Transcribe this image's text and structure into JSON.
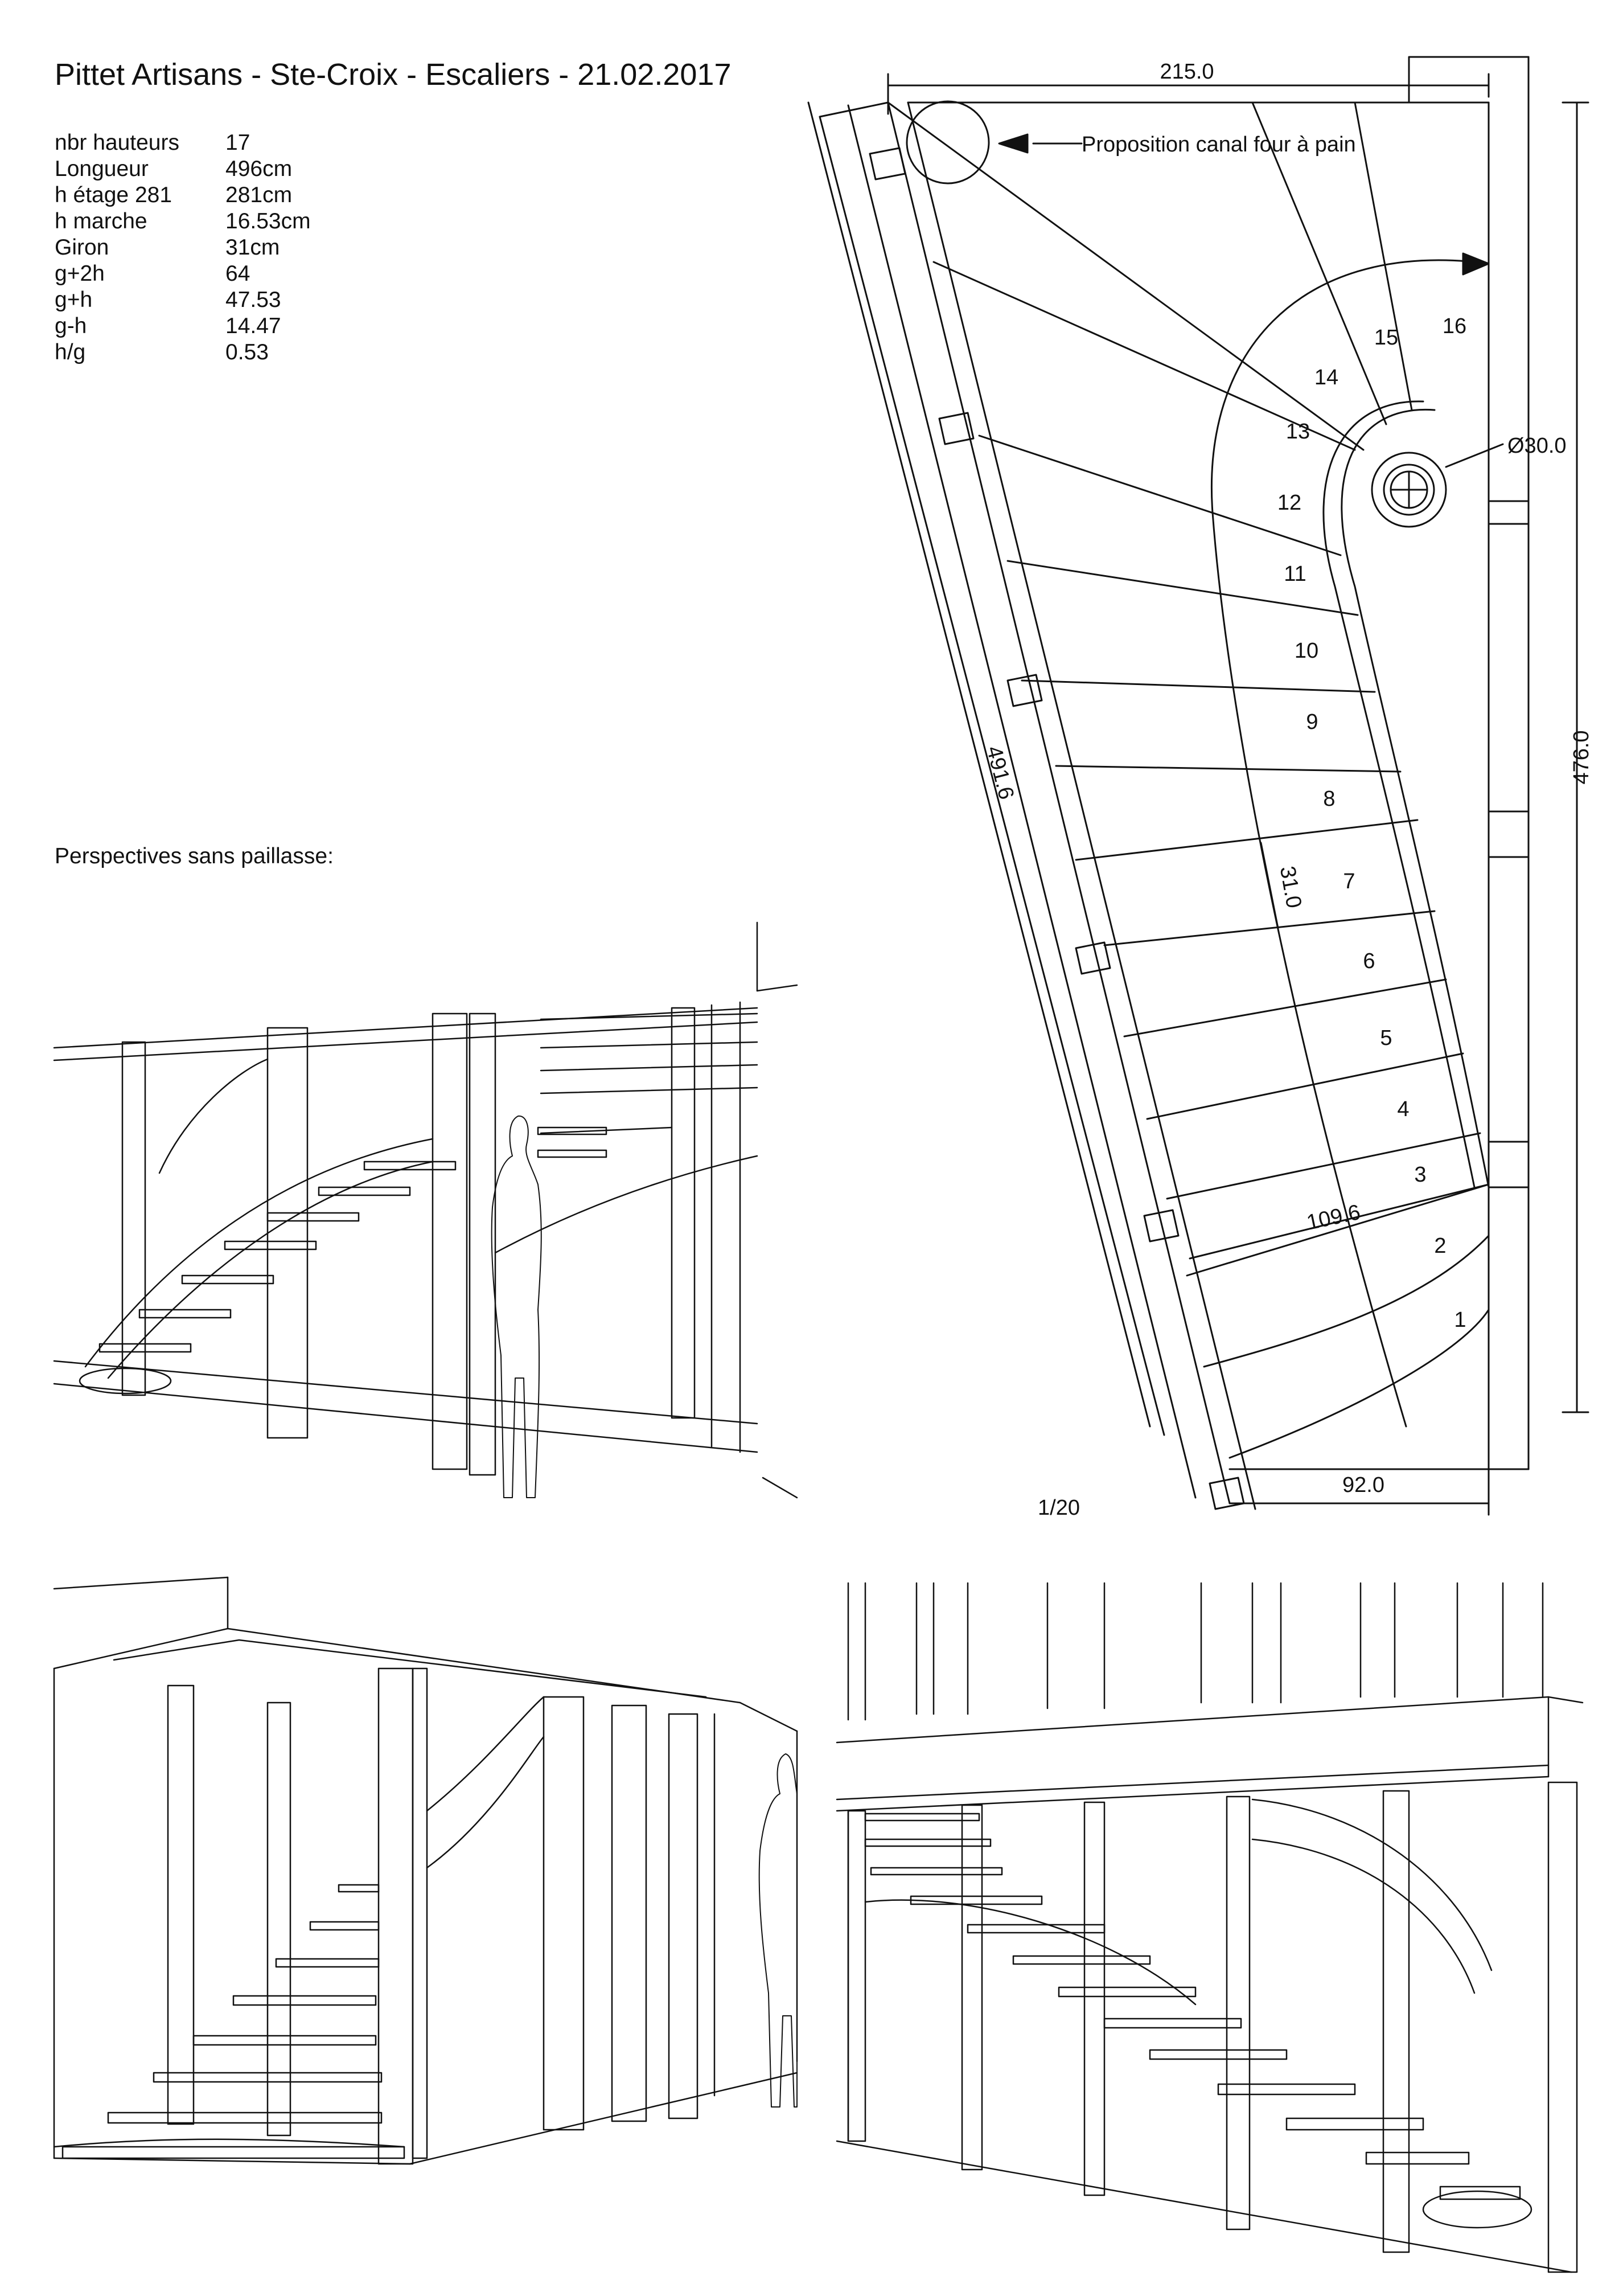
{
  "title": "Pittet Artisans - Ste-Croix - Escaliers - 21.02.2017",
  "parameters": [
    {
      "label": "nbr hauteurs",
      "value": "17"
    },
    {
      "label": "Longueur",
      "value": "496cm"
    },
    {
      "label": "h étage 281",
      "value": "281cm"
    },
    {
      "label": "h marche",
      "value": "16.53cm"
    },
    {
      "label": "Giron",
      "value": "31cm"
    },
    {
      "label": "g+2h",
      "value": "64"
    },
    {
      "label": "g+h",
      "value": "47.53"
    },
    {
      "label": "g-h",
      "value": "14.47"
    },
    {
      "label": "h/g",
      "value": "0.53"
    }
  ],
  "perspectives_caption": "Perspectives sans paillasse:",
  "plan": {
    "dim_top": "215.0",
    "dim_right": "476.0",
    "dim_diagonal": "491.6",
    "dim_bottom": "92.0",
    "dim_giron": "31.0",
    "dim_line": "109.6",
    "dim_post": "Ø30.0",
    "oven_note": "Proposition canal four à pain",
    "scale": "1/20",
    "step_numbers": [
      "1",
      "2",
      "3",
      "4",
      "5",
      "6",
      "7",
      "8",
      "9",
      "10",
      "11",
      "12",
      "13",
      "14",
      "15",
      "16"
    ]
  }
}
